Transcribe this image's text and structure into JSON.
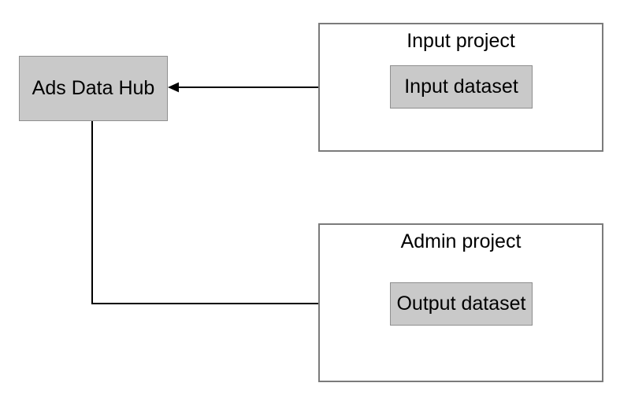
{
  "diagram": {
    "nodes": {
      "ads_data_hub": {
        "label": "Ads Data Hub"
      },
      "input_dataset": {
        "label": "Input dataset"
      },
      "output_dataset": {
        "label": "Output dataset"
      }
    },
    "containers": {
      "input_project": {
        "title": "Input project"
      },
      "admin_project": {
        "title": "Admin project"
      }
    },
    "edges": [
      {
        "from": "input_dataset",
        "to": "ads_data_hub",
        "direction": "left"
      },
      {
        "from": "ads_data_hub",
        "to": "output_dataset",
        "direction": "down-right"
      }
    ],
    "colors": {
      "background": "#ffffff",
      "node_fill": "#c9c9c9",
      "node_border": "#8f8f8f",
      "container_border": "#7b7b7b",
      "arrow": "#000000",
      "text": "#000000"
    }
  }
}
